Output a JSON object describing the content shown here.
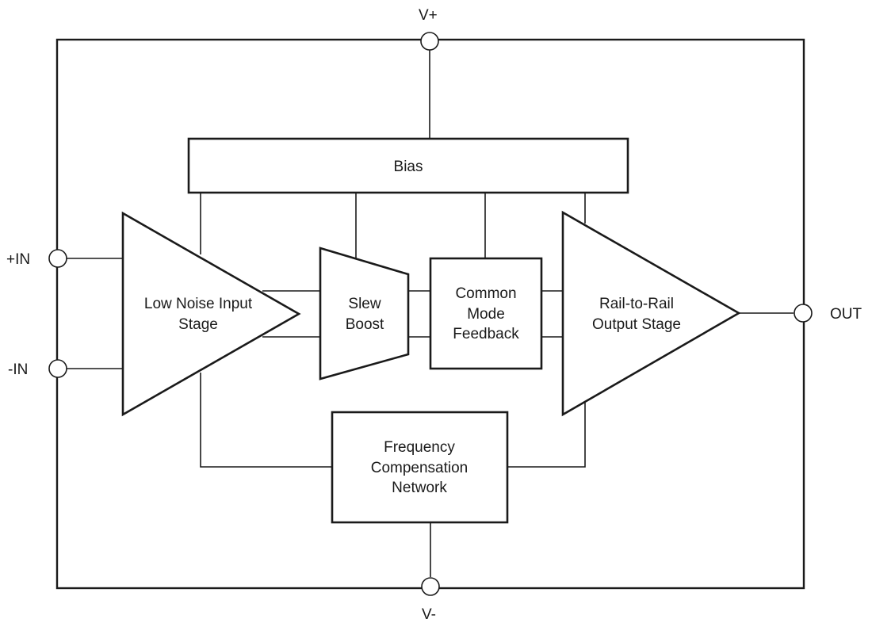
{
  "pins": {
    "vplus": "V+",
    "vminus": "V-",
    "in_plus": "+IN",
    "in_minus": "-IN",
    "out": "OUT"
  },
  "blocks": {
    "bias": [
      "Bias"
    ],
    "input_stage": [
      "Low Noise Input",
      "Stage"
    ],
    "slew_boost": [
      "Slew",
      "Boost"
    ],
    "common_mode": [
      "Common",
      "Mode",
      "Feedback"
    ],
    "output_stage": [
      "Rail-to-Rail",
      "Output Stage"
    ],
    "freq_comp": [
      "Frequency",
      "Compensation",
      "Network"
    ]
  }
}
